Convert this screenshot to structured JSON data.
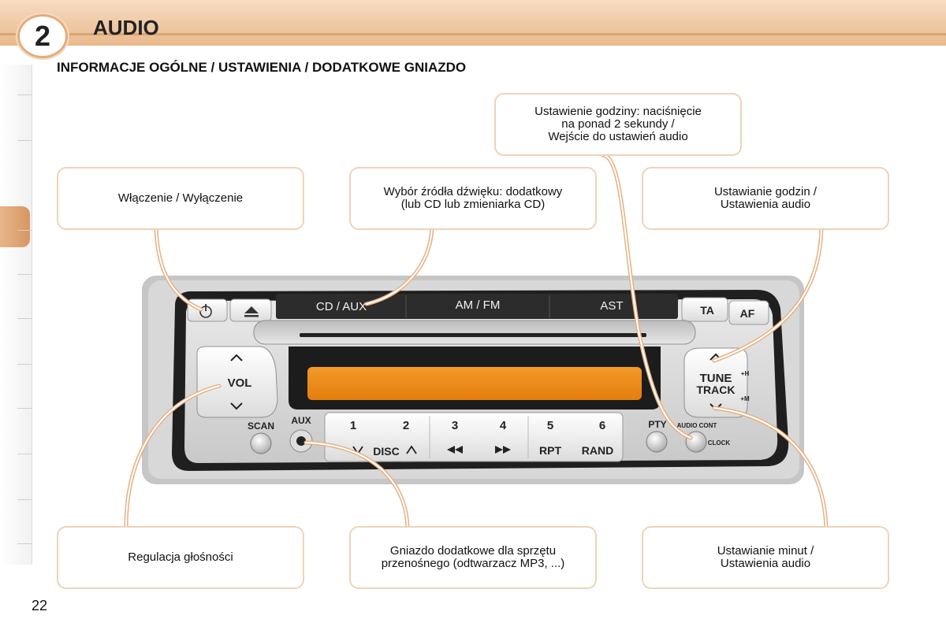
{
  "header": {
    "chapter_number": "2",
    "chapter_title": "AUDIO"
  },
  "section_title": "INFORMACJE OGÓLNE / USTAWIENIA / DODATKOWE GNIAZDO",
  "callouts": {
    "power": "Włączenie / Wyłączenie",
    "source": "Wybór źródła dźwięku: dodatkowy\n(lub CD lub zmieniarka CD)",
    "clock": "Ustawienie godziny: naciśnięcie\nna ponad 2 sekundy /\nWejście do ustawień audio",
    "hours": "Ustawianie godzin /\nUstawienia audio",
    "volume": "Regulacja głośności",
    "aux_jack": "Gniazdo dodatkowe dla sprzętu\nprzenośnego (odtwarzacz MP3, ...)",
    "minutes": "Ustawianie minut /\nUstawienia audio"
  },
  "radio": {
    "cd_aux": "CD / AUX",
    "am_fm": "AM / FM",
    "ast": "AST",
    "ta": "TA",
    "af": "AF",
    "vol": "VOL",
    "scan": "SCAN",
    "aux": "AUX",
    "preset_1": "1",
    "preset_2": "2",
    "preset_3": "3",
    "preset_4": "4",
    "preset_5": "5",
    "preset_6": "6",
    "disc": "DISC",
    "rpt": "RPT",
    "rand": "RAND",
    "pty": "PTY",
    "tune": "TUNE",
    "track": "TRACK",
    "plus_h": "+H",
    "plus_m": "+M",
    "audio_cont": "AUDIO CONT",
    "clock": "CLOCK"
  },
  "page_number": "22",
  "colors": {
    "accent": "#e6b184",
    "callout_border": "#efd3b7",
    "display": "#e88410"
  }
}
